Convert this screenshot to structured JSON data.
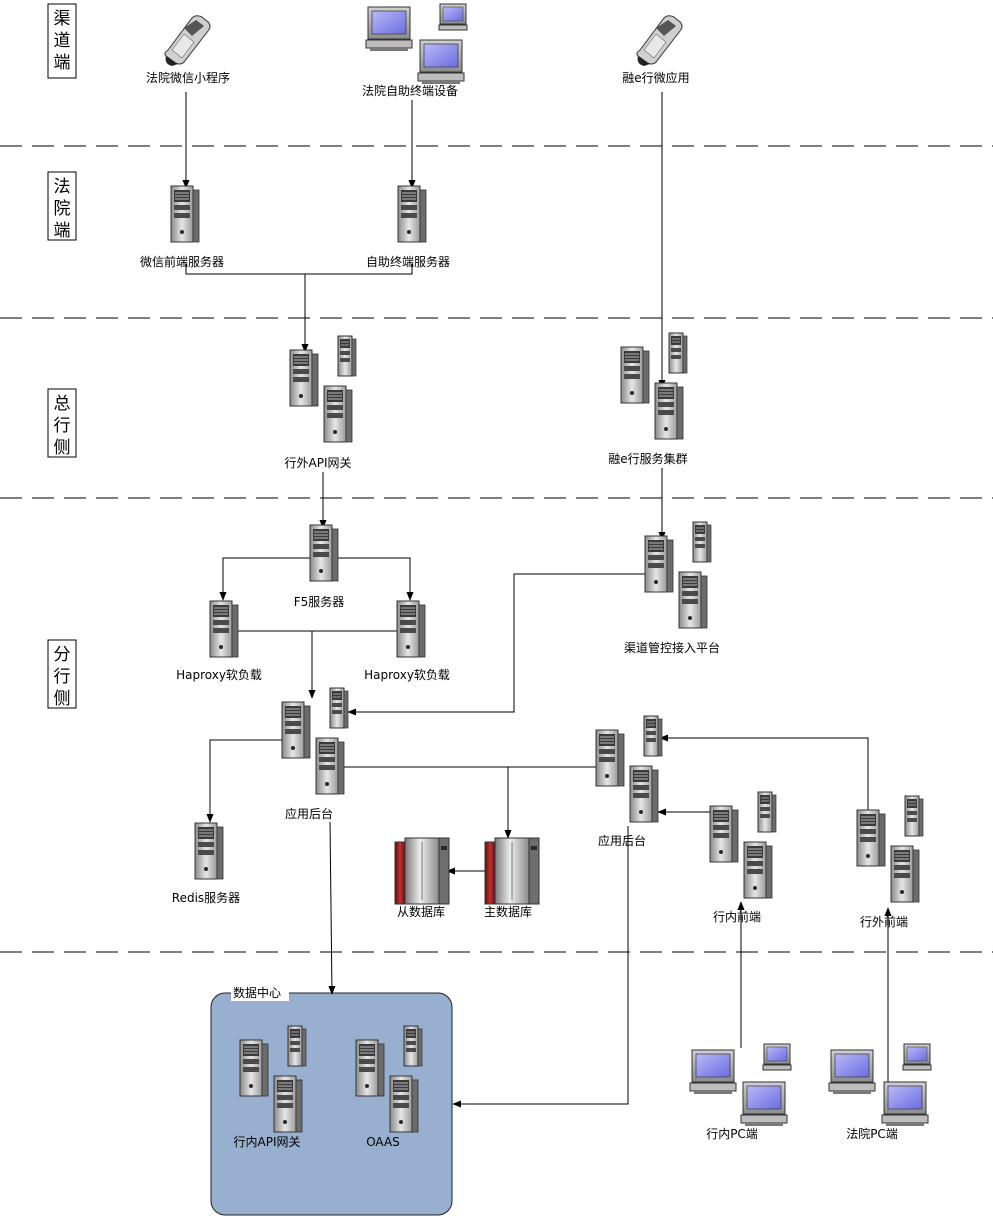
{
  "zones": [
    {
      "id": "channel",
      "label": "渠\n道\n端"
    },
    {
      "id": "court",
      "label": "法\n院\n端"
    },
    {
      "id": "hq",
      "label": "总\n行\n侧"
    },
    {
      "id": "branch",
      "label": "分\n行\n侧"
    }
  ],
  "data_center": {
    "title": "数据中心"
  },
  "nodes": {
    "wechat_mini": "法院微信小程序",
    "self_terminal": "法院自助终端设备",
    "rongeh_app": "融e行微应用",
    "wechat_server": "微信前端服务器",
    "self_server": "自助终端服务器",
    "ext_api_gw": "行外API网关",
    "rongeh_cluster": "融e行服务集群",
    "f5": "F5服务器",
    "channel_ctrl": "渠道管控接入平台",
    "haproxy_left": "Haproxy软负载",
    "haproxy_right": "Haproxy软负载",
    "app_backend_left": "应用后台",
    "app_backend_right": "应用后台",
    "redis": "Redis服务器",
    "slave_db": "从数据库",
    "master_db": "主数据库",
    "inner_front": "行内前端",
    "outer_front": "行外前端",
    "inner_api_gw": "行内API网关",
    "oaas": "OAAS",
    "inner_pc": "行内PC端",
    "court_pc": "法院PC端"
  },
  "colors": {
    "data_center_fill": "#98afd0",
    "db_accent": "#8b1a1a",
    "screen": "#8a8cf0"
  }
}
